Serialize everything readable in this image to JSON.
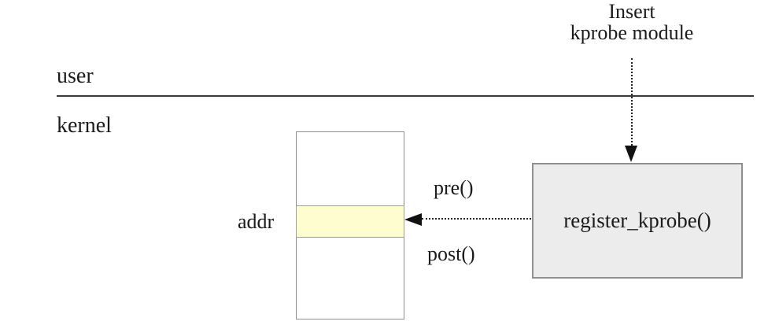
{
  "diagram": {
    "title_line1": "Insert",
    "title_line2": "kprobe module",
    "user_label": "user",
    "kernel_label": "kernel",
    "addr_label": "addr",
    "pre_label": "pre()",
    "post_label": "post()",
    "register_label": "register_kprobe()"
  },
  "colors": {
    "highlight_yellow": "#fdfdd0",
    "box_gray_fill": "#ececec",
    "box_border": "#8f8f8f",
    "rect_border": "#8d8d8d",
    "band_border": "#a0a09a",
    "divider_color": "#3a3a3a",
    "line_color": "#222222",
    "arrow_color": "#111111",
    "text_color": "#1b1b1b"
  }
}
